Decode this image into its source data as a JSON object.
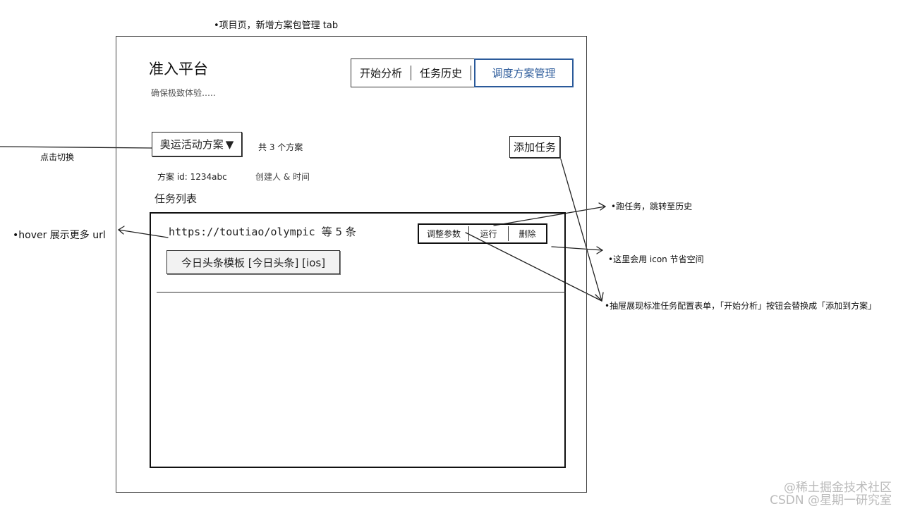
{
  "annotations": {
    "top": "•项目页，新增方案包管理 tab",
    "switch": "点击切换",
    "hover": "•hover 展示更多 url",
    "run": "•跑任务，跳转至历史",
    "icon": "•这里会用 icon 节省空间",
    "drawer": "•抽屉展现标准任务配置表单，「开始分析」按钮会替换成「添加到方案」"
  },
  "page": {
    "title": "准入平台",
    "subtitle": "确保极致体验….."
  },
  "tabs": [
    "开始分析",
    "任务历史",
    "调度方案管理"
  ],
  "plan": {
    "selected": "奥运活动方案",
    "caret": "▼",
    "count_text": "共 3 个方案",
    "id_text": "方案 id: 1234abc",
    "creator_text": "创建人 & 时间"
  },
  "add_task_label": "添加任务",
  "task_list": {
    "title": "任务列表",
    "url": "https://toutiao/olympic",
    "more_text": "等 5 条",
    "actions": [
      "调整参数",
      "运行",
      "删除"
    ],
    "template": "今日头条模板 [今日头条] [ios]"
  },
  "watermark": [
    "@稀土掘金技术社区",
    "CSDN @星期一研究室"
  ]
}
